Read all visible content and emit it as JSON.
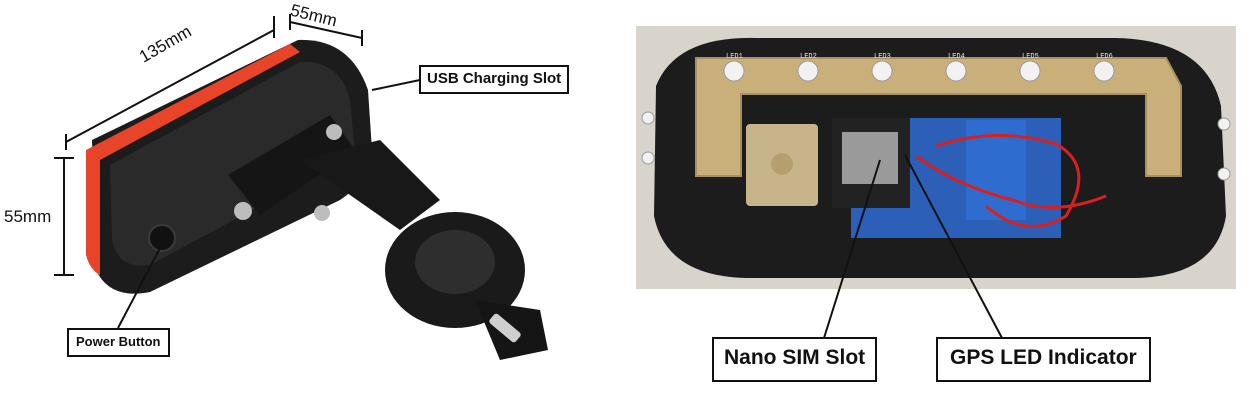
{
  "dimensions": {
    "length": "135mm",
    "width": "55mm",
    "height": "55mm"
  },
  "callouts": {
    "usb": "USB Charging Slot",
    "power": "Power Button",
    "sim": "Nano SIM Slot",
    "gps": "GPS LED Indicator"
  },
  "pcb_labels": [
    "LED1",
    "LED2",
    "LED3",
    "LED4",
    "LED5",
    "LED6"
  ],
  "colors": {
    "housing": "#1c1c1c",
    "reflector": "#e8442a",
    "pcb_top": "#c9b07a",
    "pcb_blue": "#2b5fb8",
    "wire_red": "#d92020"
  }
}
